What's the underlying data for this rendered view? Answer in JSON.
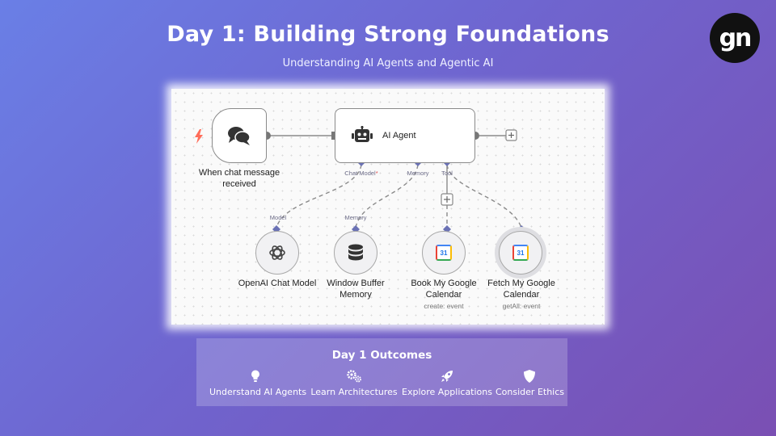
{
  "header": {
    "title": "Day 1: Building Strong Foundations",
    "subtitle": "Understanding AI Agents and Agentic AI",
    "logo_text": "gn"
  },
  "workflow": {
    "trigger": {
      "label_line1": "When chat message",
      "label_line2": "received",
      "icon": "chat-bubbles-icon",
      "badge_icon": "lightning-icon"
    },
    "agent": {
      "label": "AI Agent",
      "icon": "robot-icon"
    },
    "agent_ports": [
      "Chat Model",
      "Memory",
      "Tool"
    ],
    "sub_nodes": [
      {
        "port": "Model",
        "label_line1": "OpenAI Chat Model",
        "label_line2": "",
        "sub": "",
        "icon": "openai-icon"
      },
      {
        "port": "Memory",
        "label_line1": "Window Buffer",
        "label_line2": "Memory",
        "sub": "",
        "icon": "database-icon"
      },
      {
        "port": "",
        "label_line1": "Book My Google",
        "label_line2": "Calendar",
        "sub": "create: event",
        "icon": "google-calendar-icon"
      },
      {
        "port": "",
        "label_line1": "Fetch My Google",
        "label_line2": "Calendar",
        "sub": "getAll: event",
        "icon": "google-calendar-icon"
      }
    ],
    "calendar_day": "31"
  },
  "outcomes": {
    "title": "Day 1 Outcomes",
    "items": [
      {
        "label": "Understand AI Agents",
        "icon": "lightbulb-icon"
      },
      {
        "label": "Learn Architectures",
        "icon": "gears-icon"
      },
      {
        "label": "Explore Applications",
        "icon": "rocket-icon"
      },
      {
        "label": "Consider Ethics",
        "icon": "shield-icon"
      }
    ]
  },
  "colors": {
    "bg_start": "#6a7fe6",
    "bg_end": "#7a4fb3",
    "port_diamond": "#6b72b5",
    "trigger_bolt": "#ff6d5a",
    "required_marker": "#e04b4b"
  }
}
